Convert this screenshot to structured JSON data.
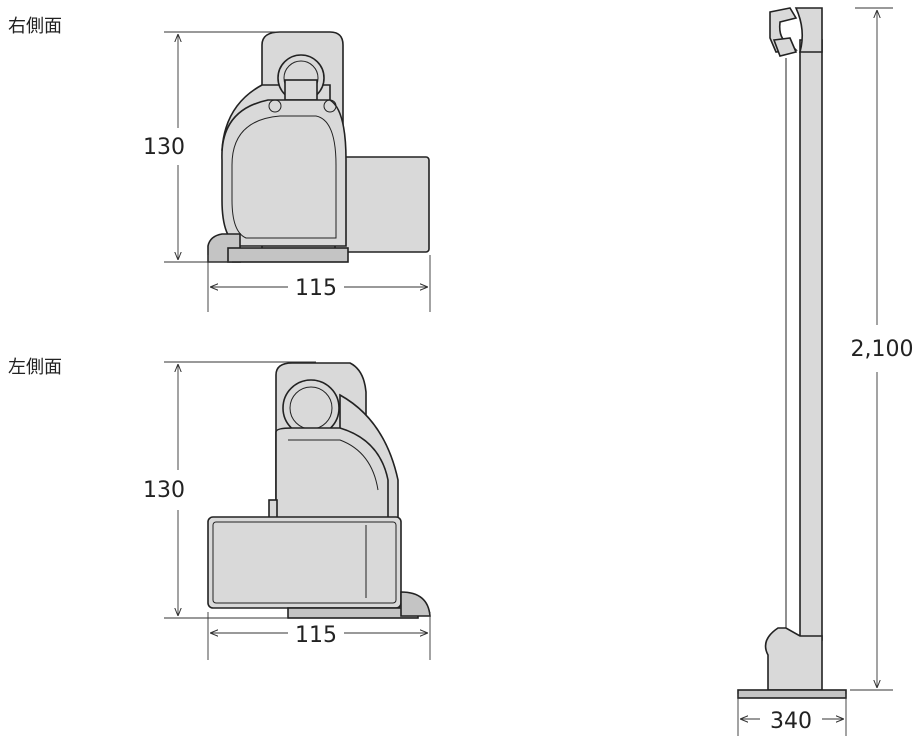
{
  "views": {
    "right": {
      "title": "右側面",
      "height_dim": "130",
      "width_dim": "115"
    },
    "left": {
      "title": "左側面",
      "height_dim": "130",
      "width_dim": "115"
    },
    "front": {
      "height_dim": "2,100",
      "width_dim": "340"
    }
  }
}
